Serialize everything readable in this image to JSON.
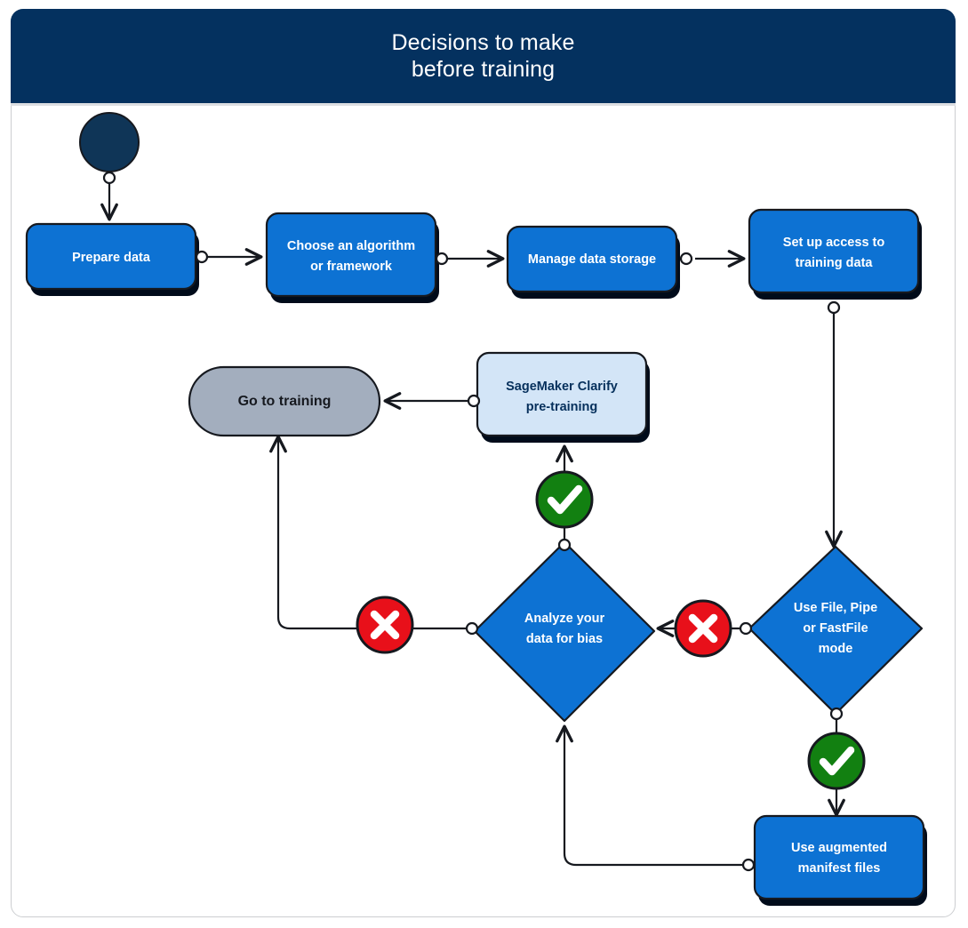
{
  "header": {
    "title_line1": "Decisions to make",
    "title_line2": "before training",
    "background_color": "#04315f",
    "text_color": "#ffffff"
  },
  "colors": {
    "process_blue": "#0d72d3",
    "light_blue": "#d3e5f7",
    "gray_terminal": "#a3aebe",
    "start_navy": "#0f3557",
    "yes_green": "#128011",
    "no_red": "#e8101a",
    "stroke": "#16191f",
    "shadow": "#000b1a",
    "frame_border": "#ccced1"
  },
  "nodes": [
    {
      "id": "start",
      "type": "start-circle",
      "label": ""
    },
    {
      "id": "prepare-data",
      "type": "process",
      "label": "Prepare data"
    },
    {
      "id": "choose-algo",
      "type": "process",
      "label_line1": "Choose an algorithm",
      "label_line2": "or framework"
    },
    {
      "id": "manage-storage",
      "type": "process",
      "label": "Manage data storage"
    },
    {
      "id": "setup-access",
      "type": "process",
      "label_line1": "Set up access to",
      "label_line2": "training data"
    },
    {
      "id": "go-to-training",
      "type": "terminal",
      "label": "Go to training"
    },
    {
      "id": "clarify",
      "type": "process-light",
      "label_line1": "SageMaker Clarify",
      "label_line2": "pre-training"
    },
    {
      "id": "analyze-bias",
      "type": "decision",
      "label_line1": "Analyze your",
      "label_line2": "data for bias"
    },
    {
      "id": "file-mode",
      "type": "decision",
      "label_line1": "Use File, Pipe",
      "label_line2": "or FastFile",
      "label_line3": "mode"
    },
    {
      "id": "augmented",
      "type": "process",
      "label_line1": "Use augmented",
      "label_line2": "manifest files"
    }
  ],
  "badges": [
    {
      "id": "yes-clarify",
      "kind": "yes",
      "glyph": "check"
    },
    {
      "id": "no-bias-left",
      "kind": "no",
      "glyph": "cross"
    },
    {
      "id": "no-file-mode",
      "kind": "no",
      "glyph": "cross"
    },
    {
      "id": "yes-file-mode",
      "kind": "yes",
      "glyph": "check"
    }
  ],
  "edges": [
    {
      "from": "start",
      "to": "prepare-data"
    },
    {
      "from": "prepare-data",
      "to": "choose-algo"
    },
    {
      "from": "choose-algo",
      "to": "manage-storage"
    },
    {
      "from": "manage-storage",
      "to": "setup-access"
    },
    {
      "from": "setup-access",
      "to": "file-mode"
    },
    {
      "from": "file-mode",
      "to": "analyze-bias",
      "badge": "no-file-mode"
    },
    {
      "from": "file-mode",
      "to": "augmented",
      "badge": "yes-file-mode"
    },
    {
      "from": "augmented",
      "to": "analyze-bias"
    },
    {
      "from": "analyze-bias",
      "to": "clarify",
      "badge": "yes-clarify"
    },
    {
      "from": "analyze-bias",
      "to": "go-to-training",
      "badge": "no-bias-left"
    },
    {
      "from": "clarify",
      "to": "go-to-training"
    }
  ]
}
